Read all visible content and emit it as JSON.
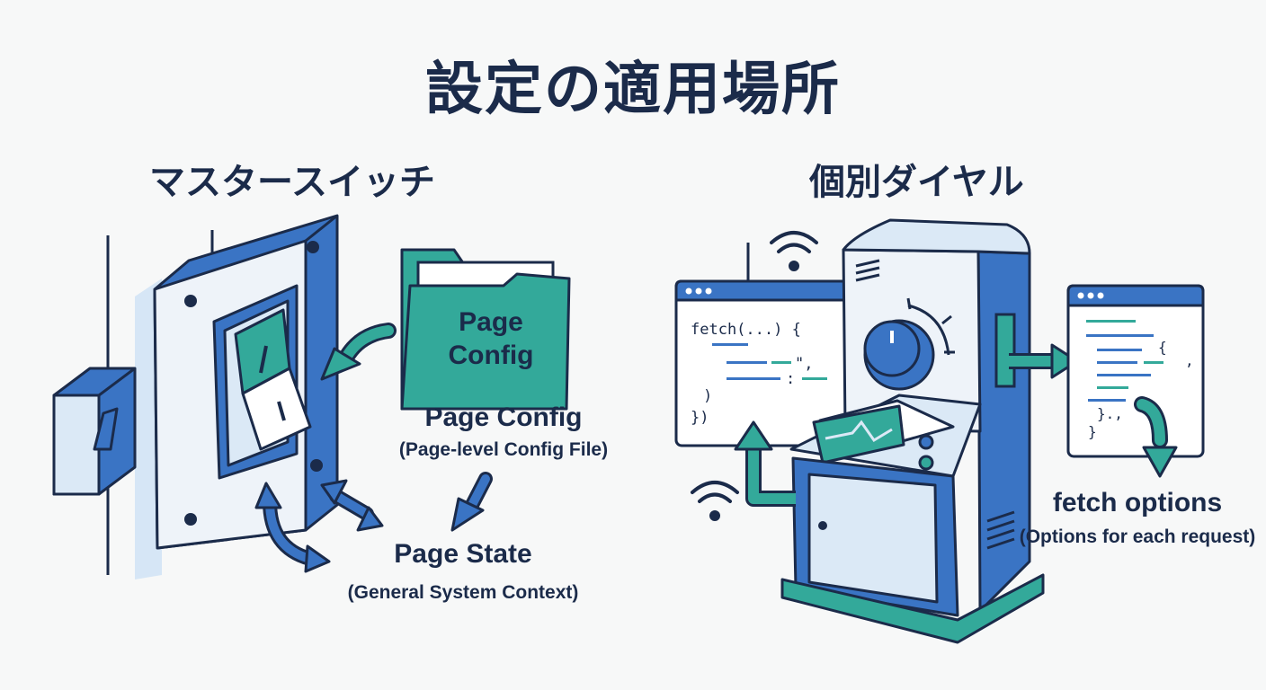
{
  "title": "設定の適用場所",
  "left": {
    "heading": "マスタースイッチ",
    "folder_label_line1": "Page",
    "folder_label_line2": "Config",
    "config_label": "Page Config",
    "config_caption": "(Page-level Config File)",
    "state_label": "Page State",
    "state_caption": "(General System Context)"
  },
  "right": {
    "heading": "個別ダイヤル",
    "code_left": [
      "fetch(...) {",
      "\",",
      ":",
      ")",
      "})"
    ],
    "code_right": [
      "{",
      ",",
      "}.,",
      "}"
    ],
    "fetch_label": "fetch options",
    "fetch_caption": "(Options for each request)"
  },
  "colors": {
    "navy": "#1b2b4a",
    "blue": "#3a74c4",
    "light_blue": "#dbe9f6",
    "teal": "#33a99a",
    "background": "#f7f8f8"
  }
}
